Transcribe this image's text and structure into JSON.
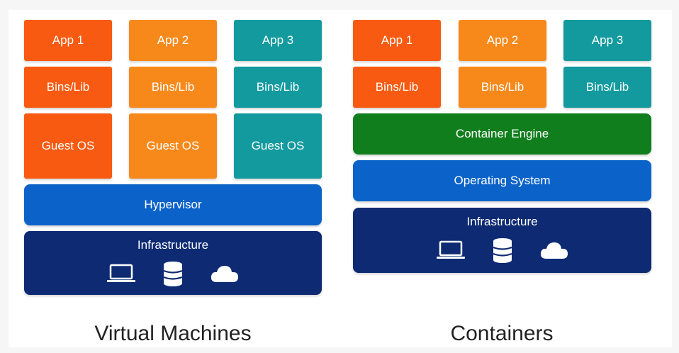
{
  "colors": {
    "app1": "#f75a10",
    "app2": "#f7891b",
    "app3": "#129a9f",
    "hypervisor": "#0b63c9",
    "engine": "#107e1c",
    "infrastructure": "#0d2a73"
  },
  "vm": {
    "apps": [
      "App 1",
      "App 2",
      "App 3"
    ],
    "bins": [
      "Bins/Lib",
      "Bins/Lib",
      "Bins/Lib"
    ],
    "guest_os": [
      "Guest OS",
      "Guest OS",
      "Guest OS"
    ],
    "hypervisor": "Hypervisor",
    "infrastructure": "Infrastructure",
    "icons": [
      "laptop-icon",
      "database-icon",
      "cloud-icon"
    ],
    "caption": "Virtual Machines"
  },
  "containers": {
    "apps": [
      "App 1",
      "App 2",
      "App 3"
    ],
    "bins": [
      "Bins/Lib",
      "Bins/Lib",
      "Bins/Lib"
    ],
    "engine": "Container Engine",
    "os": "Operating System",
    "infrastructure": "Infrastructure",
    "icons": [
      "laptop-icon",
      "database-icon",
      "cloud-icon"
    ],
    "caption": "Containers"
  }
}
